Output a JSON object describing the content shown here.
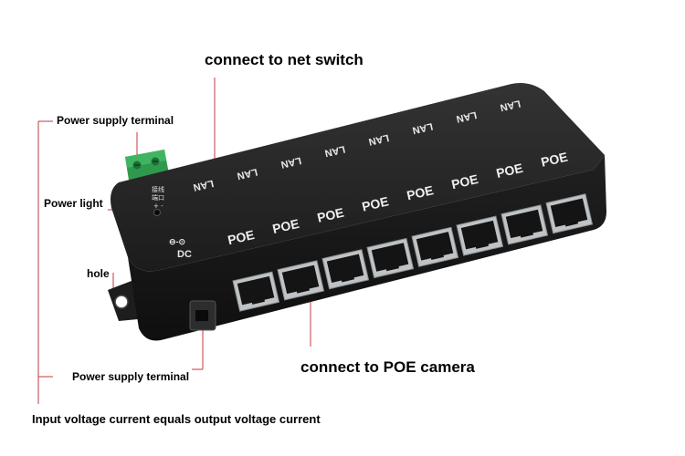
{
  "annotations": {
    "net_switch": "connect to net switch",
    "power_terminal_top": "Power supply terminal",
    "power_light": "Power light",
    "hole": "hole",
    "power_terminal_bottom": "Power supply terminal",
    "poe_camera": "connect to POE camera",
    "footer": "Input voltage current equals  output voltage current"
  },
  "device": {
    "lan_label": "LAN",
    "poe_label": "POE",
    "dc_label": "DC",
    "dc_symbol": "⊖-⊙",
    "terminal_label_1": "接线",
    "terminal_label_2": "端口",
    "terminal_label_3": "+ -",
    "lan_port_count": 8,
    "poe_port_count": 8
  },
  "colors": {
    "body": "#1b1b1b",
    "body_top": "#2a2a2a",
    "terminal_green": "#2f9a4e",
    "port_silver": "#bfc3c6",
    "leader_line": "#c43a3a"
  }
}
